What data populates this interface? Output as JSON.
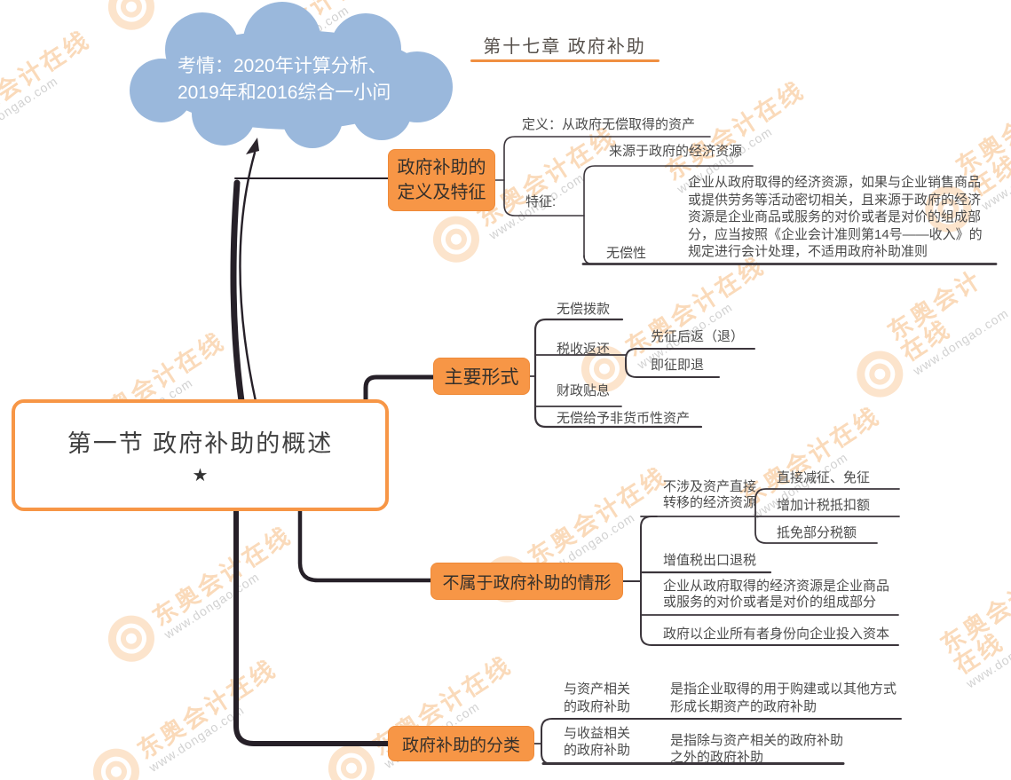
{
  "header": {
    "chapter": "第十七章  政府补助"
  },
  "cloud": {
    "text": "考情：2020年计算分析、\n2019年和2016综合一小问"
  },
  "main": {
    "title": "第一节  政府补助的概述",
    "star": "★"
  },
  "watermark": {
    "brand": "东奥会计在线",
    "url": "www.dongao.com"
  },
  "def": {
    "box": "政府补助的\n定义及特征",
    "definition": "定义：从政府无偿取得的资产",
    "feature": "特征:",
    "source": "来源于政府的经济资源",
    "gratis": "无偿性",
    "note": "企业从政府取得的经济资源，如果与企业销售商品\n或提供劳务等活动密切相关，且来源于政府的经济\n资源是企业商品或服务的对价或者是对价的组成部\n分，应当按照《企业会计准则第14号——收入》的\n规定进行会计处理，不适用政府补助准则"
  },
  "forms": {
    "box": "主要形式",
    "grant": "无偿拨款",
    "tax": "税收返还",
    "tax1": "先征后返（退）",
    "tax2": "即征即退",
    "discount": "财政贴息",
    "nonmonetary": "无偿给予非货币性资产"
  },
  "exclude": {
    "box": "不属于政府补助的情形",
    "notransfer": "不涉及资产直接\n转移的经济资源",
    "nt1": "直接减征、免征",
    "nt2": "增加计税抵扣额",
    "nt3": "抵免部分税额",
    "vat": "增值税出口退税",
    "consideration": "企业从政府取得的经济资源是企业商品\n或服务的对价或者是对价的组成部分",
    "capital": "政府以企业所有者身份向企业投入资本"
  },
  "classify": {
    "box": "政府补助的分类",
    "asset_label": "与资产相关\n的政府补助",
    "asset_desc": "是指企业取得的用于购建或以其他方式\n形成长期资产的政府补助",
    "income_label": "与收益相关\n的政府补助",
    "income_desc": "是指除与资产相关的政府补助\n之外的政府补助"
  }
}
